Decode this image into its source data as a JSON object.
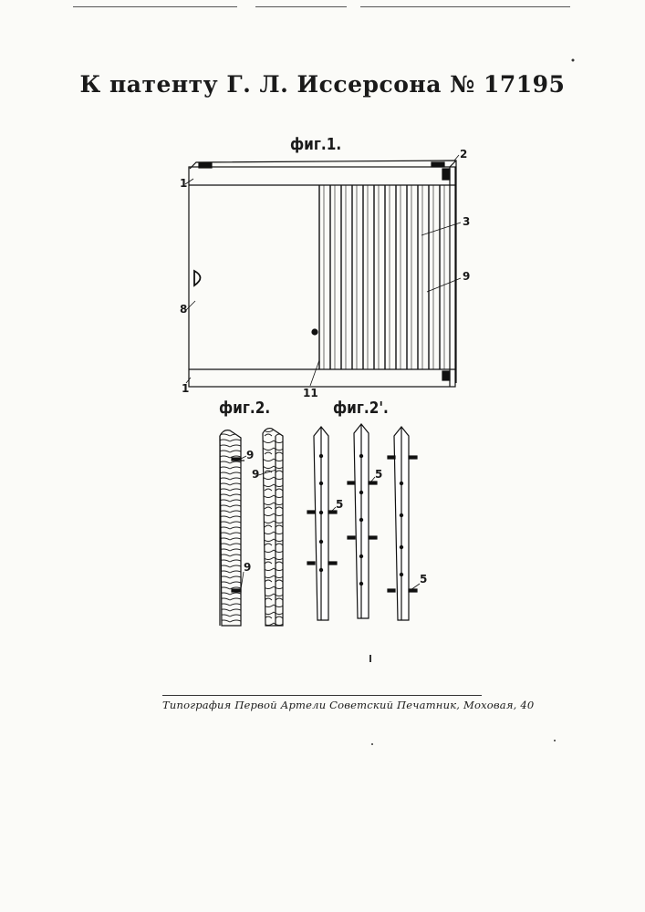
{
  "header": {
    "title": "К патенту Г. Л. Иссерсона № 17195"
  },
  "figures": {
    "fig1": {
      "label": "фиг.1.",
      "callouts": {
        "c1_top": "1",
        "c2": "2",
        "c3": "3",
        "c9": "9",
        "c8": "8",
        "c1_bottom": "1",
        "c11": "11"
      }
    },
    "fig2": {
      "label": "фиг.2.",
      "callouts": {
        "c9_a": "9",
        "c9_b": "9",
        "c9_c": "9"
      }
    },
    "fig2b": {
      "label": "фиг.2'.",
      "callouts": {
        "c5_a": "5",
        "c5_b": "5",
        "c5_c": "5"
      }
    }
  },
  "footer": {
    "imprint": "Типография Первой Артели Советский Печатник, Моховая, 40"
  }
}
